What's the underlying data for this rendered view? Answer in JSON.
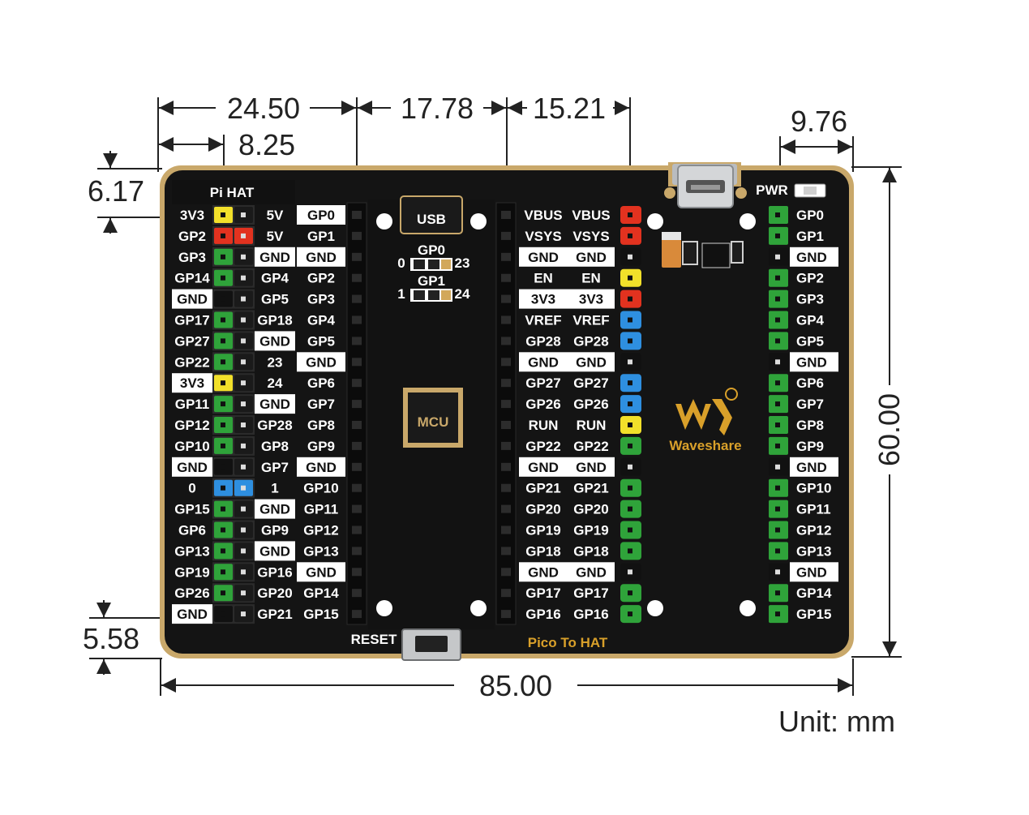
{
  "dimensions": {
    "d1": "24.50",
    "d2": "17.78",
    "d3": "15.21",
    "d4": "8.25",
    "d5": "9.76",
    "d6": "6.17",
    "d7": "5.58",
    "d8": "60.00",
    "d9": "85.00",
    "unit": "Unit: mm"
  },
  "board": {
    "pi_hat_title": "Pi HAT",
    "usb_label": "USB",
    "mcu_label": "MCU",
    "reset_label": "RESET",
    "pwr_label": "PWR",
    "board_title": "Pico To HAT",
    "brand": "Waveshare",
    "jumper_gp0": "GP0",
    "jumper_gp1": "GP1",
    "j0_left": "0",
    "j0_right": "23",
    "j1_left": "1",
    "j1_right": "24"
  },
  "colors": {
    "red": "#e2321f",
    "yellow": "#f2e02a",
    "green": "#2fa33a",
    "blue": "#2e8fe0",
    "black": "#111111"
  },
  "pi_hat_rows": [
    {
      "left": "3V3",
      "jumper": "yellow",
      "pin": "5V",
      "right": "GP0",
      "lh": false,
      "ph": false,
      "rh": true
    },
    {
      "left": "GP2",
      "jumper": "red",
      "pin": "5V",
      "right": "GP1",
      "lh": false,
      "ph": false,
      "rh": false
    },
    {
      "left": "GP3",
      "jumper": "green",
      "pin": "GND",
      "right": "GND",
      "lh": false,
      "ph": true,
      "rh": true
    },
    {
      "left": "GP14",
      "jumper": "green",
      "pin": "GP4",
      "right": "GP2",
      "lh": false,
      "ph": false,
      "rh": false
    },
    {
      "left": "GND",
      "jumper": "black",
      "pin": "GP5",
      "right": "GP3",
      "lh": true,
      "ph": false,
      "rh": false
    },
    {
      "left": "GP17",
      "jumper": "green",
      "pin": "GP18",
      "right": "GP4",
      "lh": false,
      "ph": false,
      "rh": false
    },
    {
      "left": "GP27",
      "jumper": "green",
      "pin": "GND",
      "right": "GP5",
      "lh": false,
      "ph": true,
      "rh": false
    },
    {
      "left": "GP22",
      "jumper": "green",
      "pin": "23",
      "right": "GND",
      "lh": false,
      "ph": false,
      "rh": true
    },
    {
      "left": "3V3",
      "jumper": "yellow",
      "pin": "24",
      "right": "GP6",
      "lh": true,
      "ph": false,
      "rh": false
    },
    {
      "left": "GP11",
      "jumper": "green",
      "pin": "GND",
      "right": "GP7",
      "lh": false,
      "ph": true,
      "rh": false
    },
    {
      "left": "GP12",
      "jumper": "green",
      "pin": "GP28",
      "right": "GP8",
      "lh": false,
      "ph": false,
      "rh": false
    },
    {
      "left": "GP10",
      "jumper": "green",
      "pin": "GP8",
      "right": "GP9",
      "lh": false,
      "ph": false,
      "rh": false
    },
    {
      "left": "GND",
      "jumper": "black",
      "pin": "GP7",
      "right": "GND",
      "lh": true,
      "ph": false,
      "rh": true
    },
    {
      "left": "0",
      "jumper": "blue",
      "pin": "1",
      "right": "GP10",
      "lh": false,
      "ph": false,
      "rh": false
    },
    {
      "left": "GP15",
      "jumper": "green",
      "pin": "GND",
      "right": "GP11",
      "lh": false,
      "ph": true,
      "rh": false
    },
    {
      "left": "GP6",
      "jumper": "green",
      "pin": "GP9",
      "right": "GP12",
      "lh": false,
      "ph": false,
      "rh": false
    },
    {
      "left": "GP13",
      "jumper": "green",
      "pin": "GND",
      "right": "GP13",
      "lh": false,
      "ph": true,
      "rh": false
    },
    {
      "left": "GP19",
      "jumper": "green",
      "pin": "GP16",
      "right": "GND",
      "lh": false,
      "ph": false,
      "rh": true
    },
    {
      "left": "GP26",
      "jumper": "green",
      "pin": "GP20",
      "right": "GP14",
      "lh": false,
      "ph": false,
      "rh": false
    },
    {
      "left": "GND",
      "jumper": "black",
      "pin": "GP21",
      "right": "GP15",
      "lh": true,
      "ph": false,
      "rh": false
    }
  ],
  "pico_rows": [
    {
      "a": "VBUS",
      "b": "VBUS",
      "dot": "red",
      "hl": false
    },
    {
      "a": "VSYS",
      "b": "VSYS",
      "dot": "red",
      "hl": false
    },
    {
      "a": "GND",
      "b": "GND",
      "dot": "black",
      "hl": true
    },
    {
      "a": "EN",
      "b": "EN",
      "dot": "yellow",
      "hl": false
    },
    {
      "a": "3V3",
      "b": "3V3",
      "dot": "red",
      "hl": true
    },
    {
      "a": "VREF",
      "b": "VREF",
      "dot": "blue",
      "hl": false
    },
    {
      "a": "GP28",
      "b": "GP28",
      "dot": "blue",
      "hl": false
    },
    {
      "a": "GND",
      "b": "GND",
      "dot": "black",
      "hl": true
    },
    {
      "a": "GP27",
      "b": "GP27",
      "dot": "blue",
      "hl": false
    },
    {
      "a": "GP26",
      "b": "GP26",
      "dot": "blue",
      "hl": false
    },
    {
      "a": "RUN",
      "b": "RUN",
      "dot": "yellow",
      "hl": false
    },
    {
      "a": "GP22",
      "b": "GP22",
      "dot": "green",
      "hl": false
    },
    {
      "a": "GND",
      "b": "GND",
      "dot": "black",
      "hl": true
    },
    {
      "a": "GP21",
      "b": "GP21",
      "dot": "green",
      "hl": false
    },
    {
      "a": "GP20",
      "b": "GP20",
      "dot": "green",
      "hl": false
    },
    {
      "a": "GP19",
      "b": "GP19",
      "dot": "green",
      "hl": false
    },
    {
      "a": "GP18",
      "b": "GP18",
      "dot": "green",
      "hl": false
    },
    {
      "a": "GND",
      "b": "GND",
      "dot": "black",
      "hl": true
    },
    {
      "a": "GP17",
      "b": "GP17",
      "dot": "green",
      "hl": false
    },
    {
      "a": "GP16",
      "b": "GP16",
      "dot": "green",
      "hl": false
    }
  ],
  "right_rows": [
    {
      "label": "GP0",
      "jumper": "green"
    },
    {
      "label": "GP1",
      "jumper": "green"
    },
    {
      "label": "GND",
      "jumper": "black"
    },
    {
      "label": "GP2",
      "jumper": "green"
    },
    {
      "label": "GP3",
      "jumper": "green"
    },
    {
      "label": "GP4",
      "jumper": "green"
    },
    {
      "label": "GP5",
      "jumper": "green"
    },
    {
      "label": "GND",
      "jumper": "black"
    },
    {
      "label": "GP6",
      "jumper": "green"
    },
    {
      "label": "GP7",
      "jumper": "green"
    },
    {
      "label": "GP8",
      "jumper": "green"
    },
    {
      "label": "GP9",
      "jumper": "green"
    },
    {
      "label": "GND",
      "jumper": "black"
    },
    {
      "label": "GP10",
      "jumper": "green"
    },
    {
      "label": "GP11",
      "jumper": "green"
    },
    {
      "label": "GP12",
      "jumper": "green"
    },
    {
      "label": "GP13",
      "jumper": "green"
    },
    {
      "label": "GND",
      "jumper": "black"
    },
    {
      "label": "GP14",
      "jumper": "green"
    },
    {
      "label": "GP15",
      "jumper": "green"
    }
  ]
}
